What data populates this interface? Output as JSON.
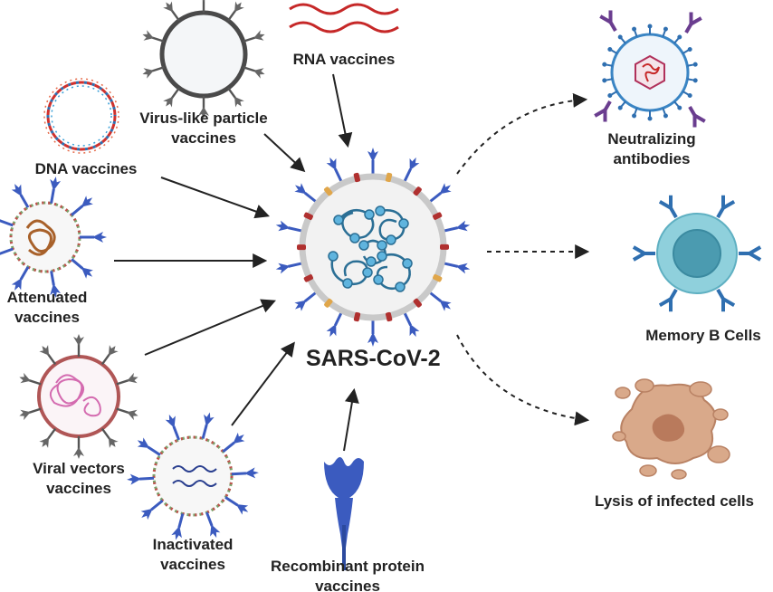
{
  "center": {
    "label": "SARS-CoV-2"
  },
  "vaccines": {
    "rna": {
      "label": "RNA vaccines"
    },
    "vlp": {
      "line1": "Virus-like particle",
      "line2": "vaccines"
    },
    "dna": {
      "label": "DNA vaccines"
    },
    "attenuated": {
      "line1": "Attenuated",
      "line2": "vaccines"
    },
    "viral_vector": {
      "line1": "Viral vectors",
      "line2": "vaccines"
    },
    "inactivated": {
      "line1": "Inactivated",
      "line2": "vaccines"
    },
    "recombinant": {
      "line1": "Recombinant protein",
      "line2": "vaccines"
    }
  },
  "outcomes": {
    "antibodies": {
      "line1": "Neutralizing",
      "line2": "antibodies"
    },
    "memory_b": {
      "label": "Memory B Cells"
    },
    "lysis": {
      "label": "Lysis of infected cells"
    }
  },
  "colors": {
    "text": "#222222",
    "arrow": "#222222",
    "spike_blue": "#3b5bbf",
    "rna_red": "#c62828",
    "membrane_grey": "#c9c9c9",
    "vlp_grey": "#4a4a4a",
    "viral_vector_ring": "#b05656",
    "cell_cyan": "#8fd0dc",
    "antibody_blue": "#2f6fb0",
    "antibody_purple": "#6a3d8f",
    "infected_cell": "#d9a98a"
  }
}
